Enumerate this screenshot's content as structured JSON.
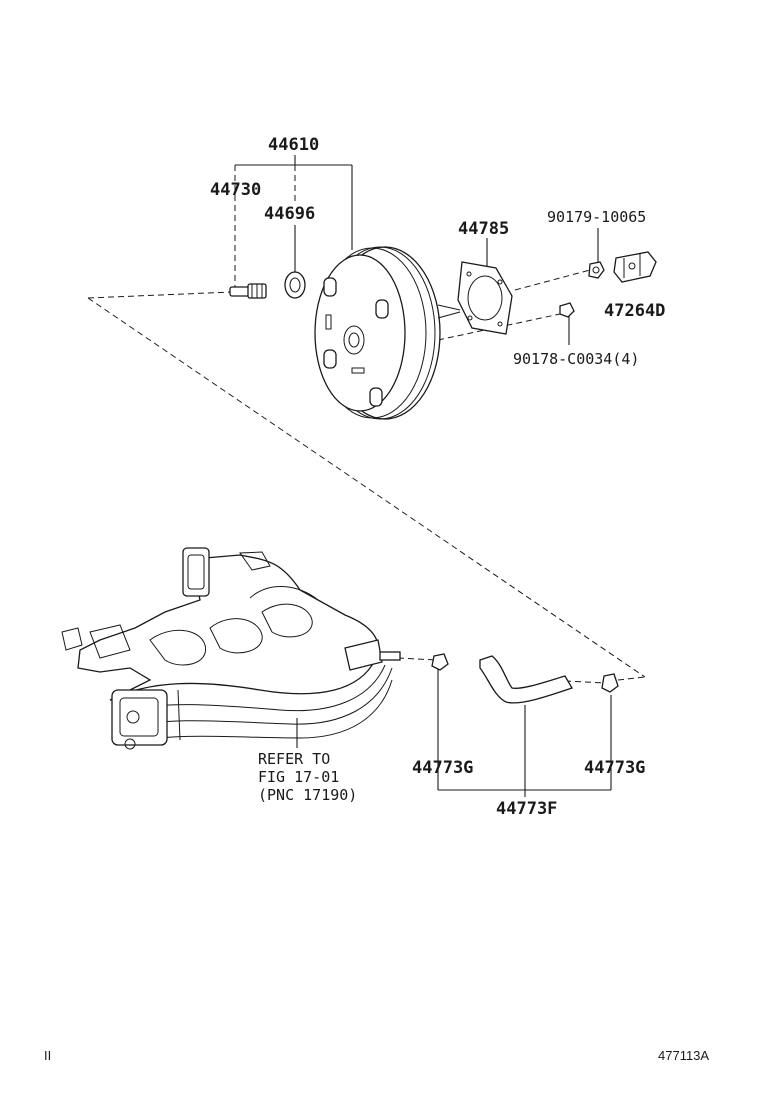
{
  "labels": {
    "p44610": "44610",
    "p44730": "44730",
    "p44696": "44696",
    "p44785": "44785",
    "p90179": "90179-10065",
    "p47264D": "47264D",
    "p90178": "90178-C0034(4)",
    "p44773G_left": "44773G",
    "p44773G_right": "44773G",
    "p44773F": "44773F"
  },
  "reference": {
    "line1": "REFER TO",
    "line2": "FIG 17-01",
    "line3": "(PNC 17190)"
  },
  "footer": {
    "left_mark": "II",
    "figure_code": "477113A"
  }
}
